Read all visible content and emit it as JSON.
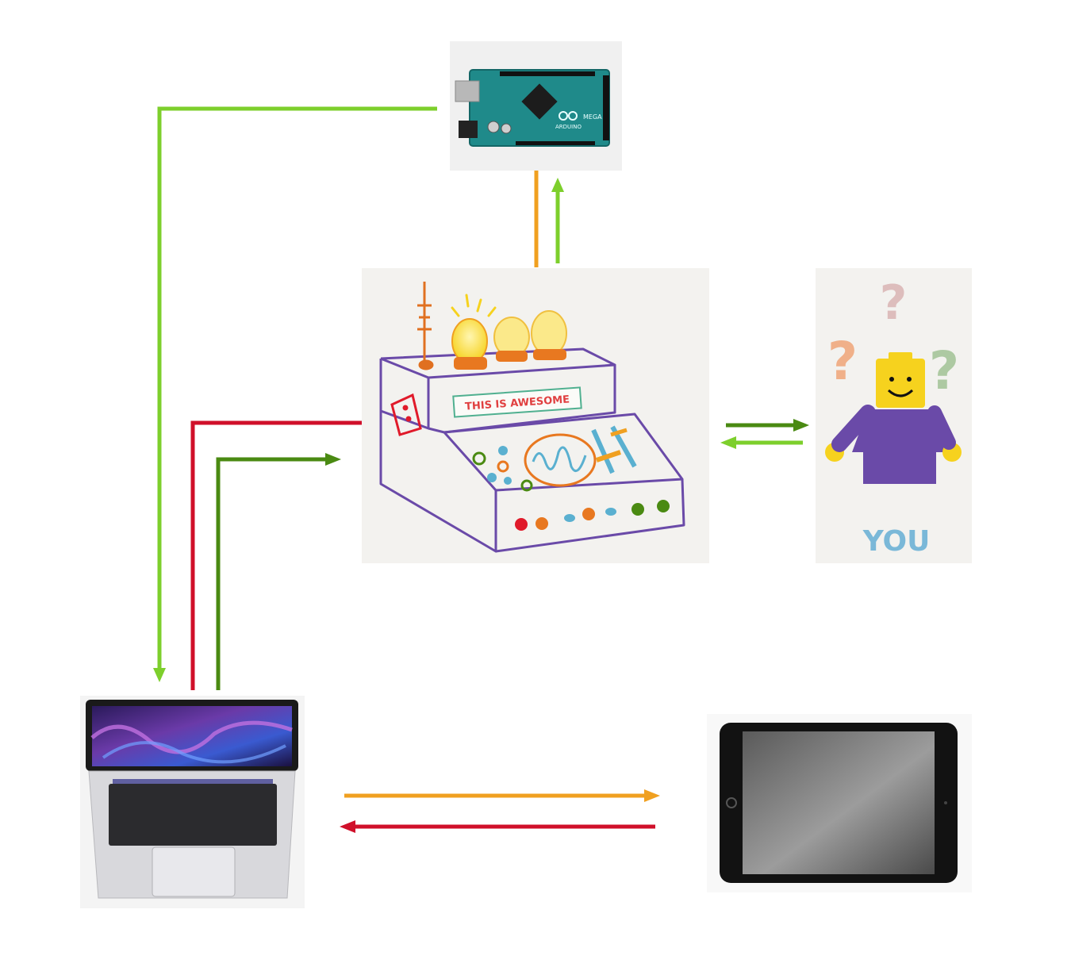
{
  "nodes": {
    "arduino": {
      "board_text": "ARDUINO",
      "model_text": "MEGA"
    },
    "console": {
      "label": "THIS IS AWESOME"
    },
    "user": {
      "label": "YOU",
      "question_mark": "?"
    },
    "laptop": {},
    "tablet": {}
  },
  "colors": {
    "light_green": "#7dcf2c",
    "dark_green": "#4a8a12",
    "red": "#d0102a",
    "orange": "#f0a020",
    "purple": "#6a4aa8",
    "panel_bg": "#f3f2ef"
  },
  "connections": [
    {
      "id": "arduino-to-laptop",
      "color": "light_green"
    },
    {
      "id": "console-to-laptop",
      "color": "red"
    },
    {
      "id": "laptop-to-console",
      "color": "dark_green"
    },
    {
      "id": "console-to-arduino-orange",
      "color": "orange"
    },
    {
      "id": "console-to-arduino-green",
      "color": "light_green"
    },
    {
      "id": "console-to-user",
      "color": "dark_green"
    },
    {
      "id": "user-to-console",
      "color": "light_green"
    },
    {
      "id": "laptop-to-tablet",
      "color": "orange"
    },
    {
      "id": "tablet-to-laptop",
      "color": "red"
    }
  ]
}
